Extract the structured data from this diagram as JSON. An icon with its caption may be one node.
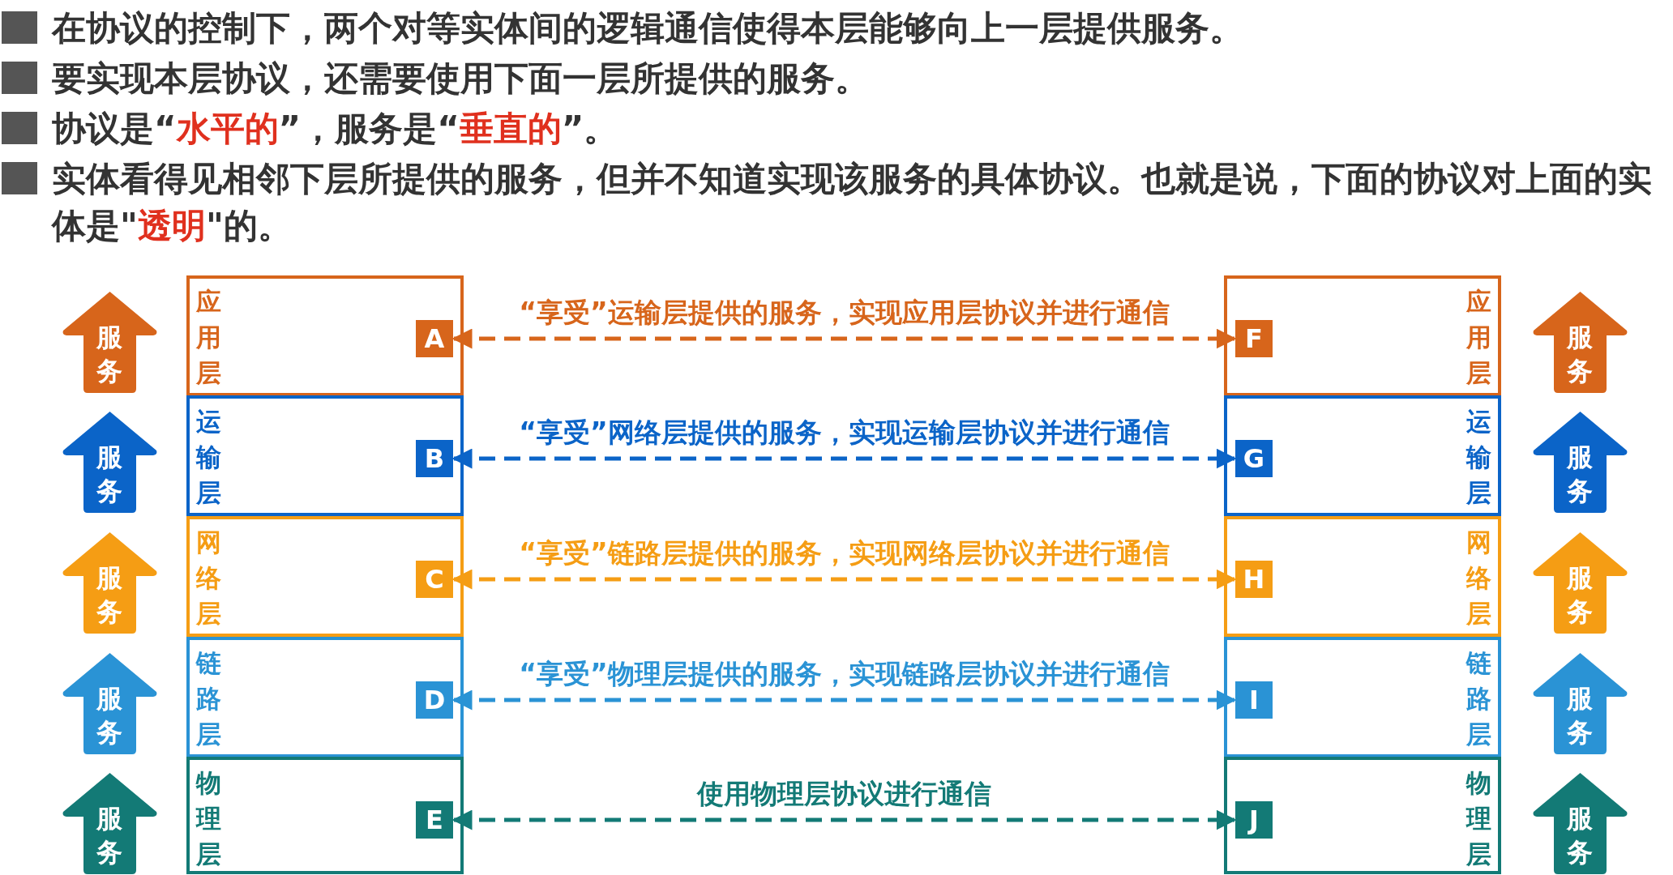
{
  "diagram": {
    "nodes": [
      {
        "text": [
          "服务"
        ]
      },
      {
        "text": [
          "应用层"
        ]
      },
      {
        "text": [
          "A"
        ],
        "in": 1
      },
      {
        "text": [
          "应用层"
        ]
      },
      {
        "text": [
          "F"
        ],
        "in": 3
      },
      {
        "text": [
          "服务"
        ]
      },
      {
        "text": [
          "服务"
        ]
      },
      {
        "text": [
          "运输层"
        ]
      },
      {
        "text": [
          "B"
        ],
        "in": 7
      },
      {
        "text": [
          "运输层"
        ]
      },
      {
        "text": [
          "G"
        ],
        "in": 9
      },
      {
        "text": [
          "服务"
        ]
      },
      {
        "text": [
          "服务"
        ]
      },
      {
        "text": [
          "网络层"
        ]
      },
      {
        "text": [
          "C"
        ],
        "in": 13
      },
      {
        "text": [
          "网络层"
        ]
      },
      {
        "text": [
          "H"
        ],
        "in": 15
      },
      {
        "text": [
          "服务"
        ]
      },
      {
        "text": [
          "服务"
        ]
      },
      {
        "text": [
          "链路层"
        ]
      },
      {
        "text": [
          "D"
        ],
        "in": 19
      },
      {
        "text": [
          "链路层"
        ]
      },
      {
        "text": [
          "I"
        ],
        "in": 21
      },
      {
        "text": [
          "服务"
        ]
      },
      {
        "text": [
          "服务"
        ]
      },
      {
        "text": [
          "物理层"
        ]
      },
      {
        "text": [
          "E"
        ],
        "in": 25
      },
      {
        "text": [
          "物理层"
        ]
      },
      {
        "text": [
          "J"
        ],
        "in": 27
      },
      {
        "text": [
          "服务"
        ]
      }
    ],
    "edges": [
      {
        "from": 2,
        "to": 4,
        "arrow": "both",
        "label": "“享受”运输层提供的服务，实现应用层协议并进行通信",
        "style": "dashed",
        "color": "#d7651b"
      },
      {
        "from": 8,
        "to": 10,
        "arrow": "both",
        "label": "“享受”网络层提供的服务，实现运输层协议并进行通信",
        "style": "dashed",
        "color": "#0b64c8"
      },
      {
        "from": 14,
        "to": 16,
        "arrow": "both",
        "label": "“享受”链路层提供的服务，实现网络层协议并进行通信",
        "style": "dashed",
        "color": "#f59d14"
      },
      {
        "from": 20,
        "to": 22,
        "arrow": "both",
        "label": "“享受”物理层提供的服务，实现链路层协议并进行通信",
        "style": "dashed",
        "color": "#2a93d5"
      },
      {
        "from": 26,
        "to": 28,
        "arrow": "both",
        "label": "使用物理层协议进行通信",
        "style": "dashed",
        "color": "#137a76"
      }
    ],
    "labels": [
      "在协议的控制下，两个对等实体间的逻辑通信使得本层能够向上一层提供服务。",
      "要实现本层协议，还需要使用下面一层所提供的服务。",
      "协议是“**水平的**”，服务是“**垂直的**”。",
      "实体看得见相邻下层所提供的服务，但并不知道实现该服务的具体协议。也就是说，下面的协议对上面的实体是\"**透明**\"的。"
    ]
  }
}
